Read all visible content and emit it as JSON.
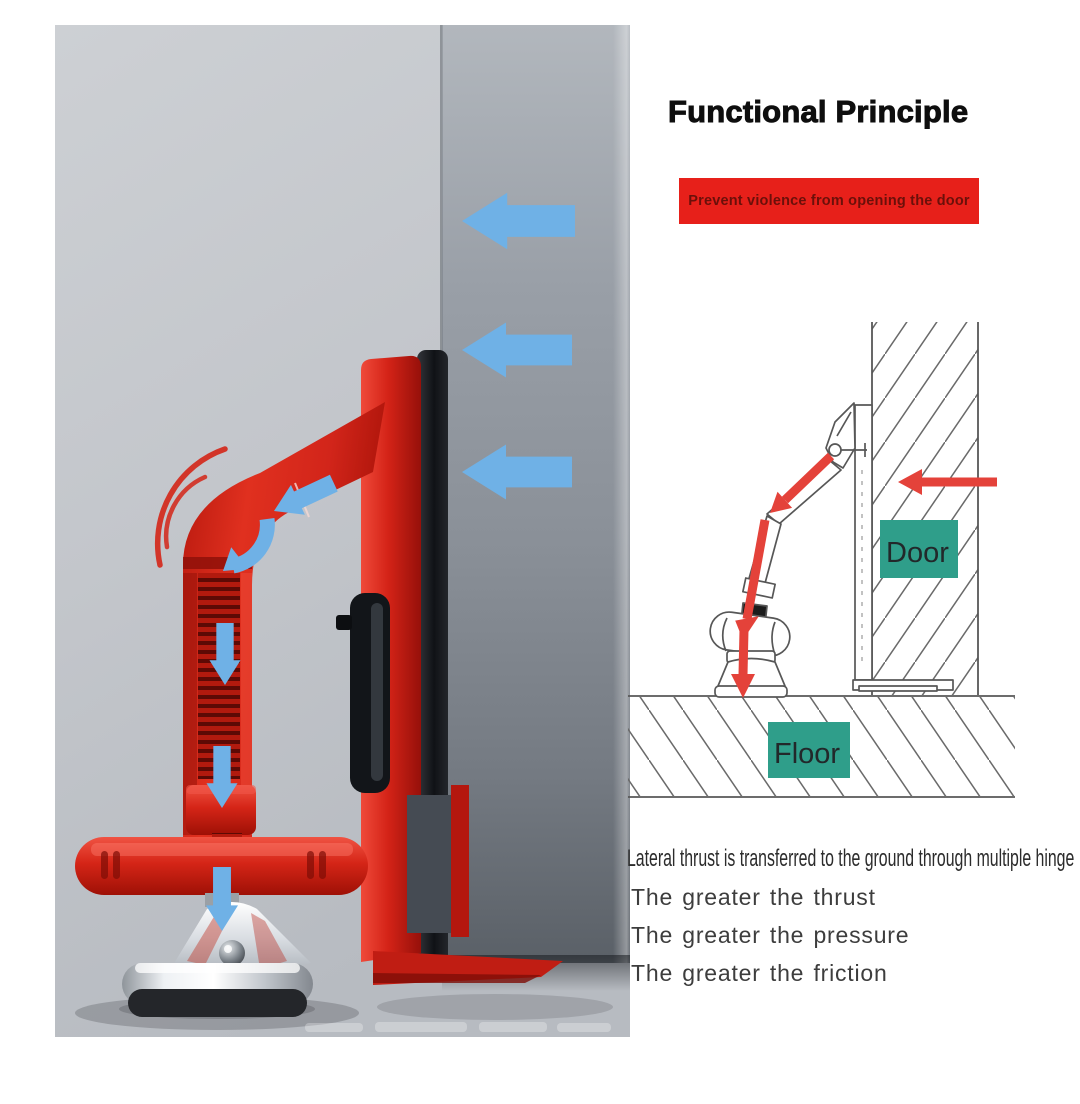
{
  "header": {
    "title": "Functional Principle"
  },
  "banner": {
    "text": "Prevent violence from opening the door"
  },
  "diagram": {
    "door_label": "Door",
    "floor_label": "Floor",
    "description": "Line-art side view of the brace leaning against a hatched door; red arrows show lateral thrust transferred down through the hinged arm into the floor"
  },
  "caption": {
    "line1": "Lateral thrust is transferred to the ground through multiple hinge",
    "lines": [
      "The greater the thrust",
      "The greater the pressure",
      "The greater the friction"
    ]
  },
  "photo": {
    "subject": "red door security brace clamped to gray door edge with chrome foot",
    "force_arrow_count": 3,
    "thrust_arrow_count": 4
  },
  "colors": {
    "banner_bg": "#e7201a",
    "banner_text": "#6b100a",
    "label_bg": "#2f9e8a",
    "label_text": "#22282a",
    "device_red": "#d6251c",
    "force_arrow_blue": "#6fb1e6",
    "diagram_arrow_red": "#e4423a",
    "lineart_stroke": "#575757"
  },
  "icons": [
    {
      "name": "force-arrow-left-icon",
      "glyph": "◀"
    },
    {
      "name": "thrust-arrow-down-icon",
      "glyph": "▼"
    },
    {
      "name": "curved-thrust-arrow-icon",
      "glyph": "↩"
    }
  ]
}
